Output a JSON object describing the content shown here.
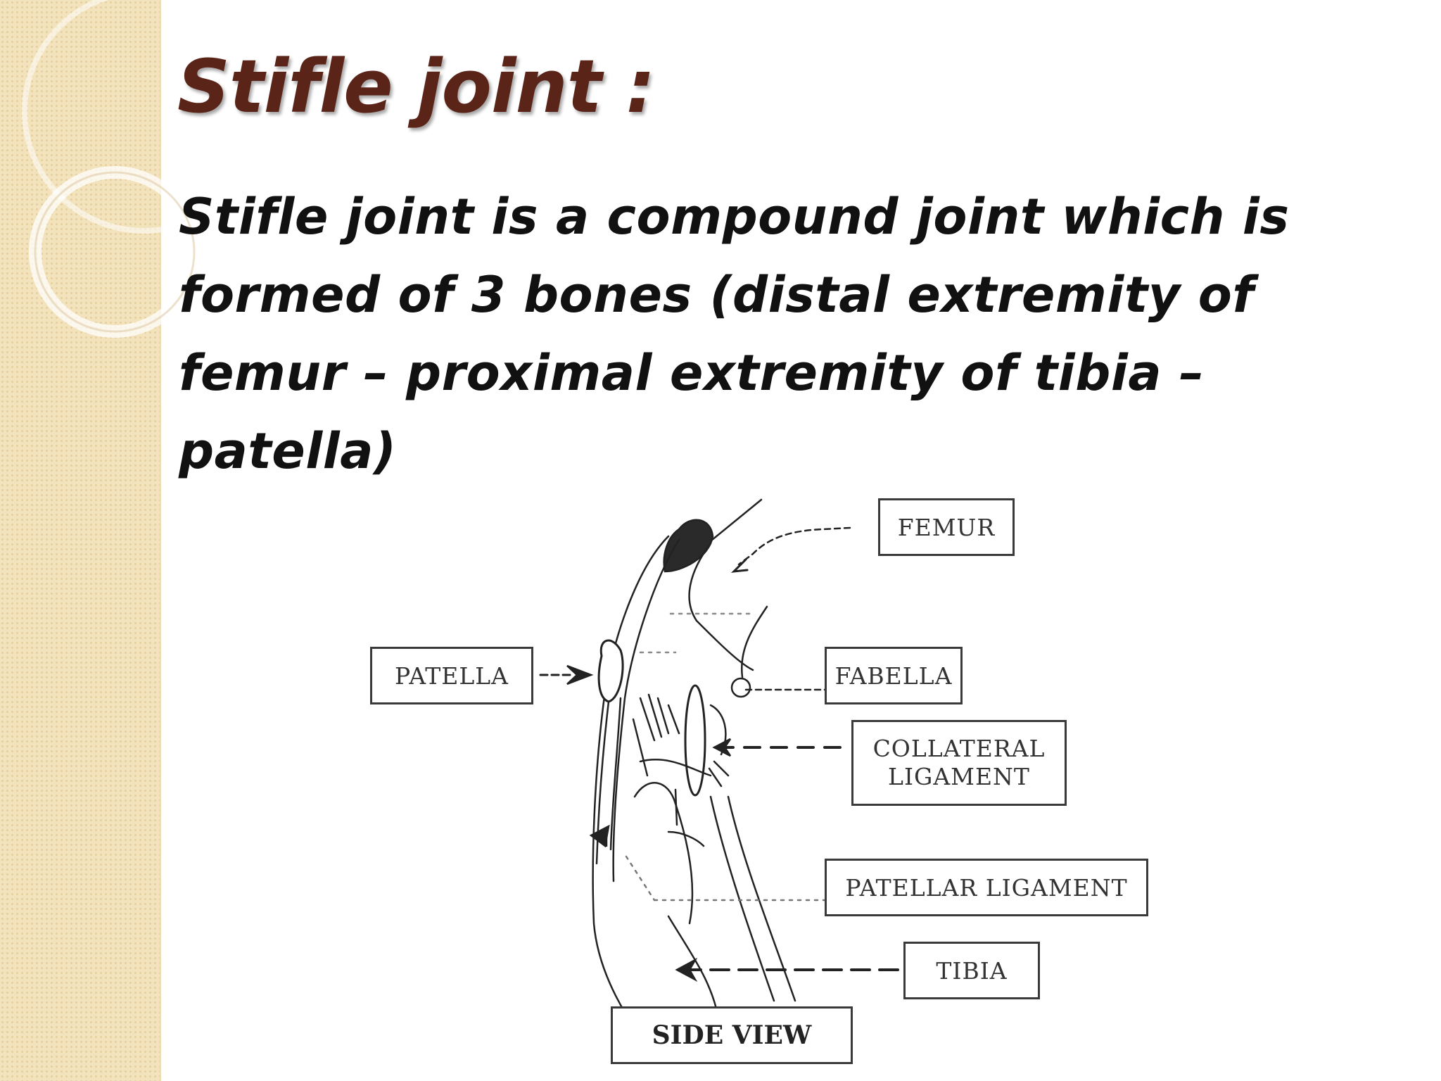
{
  "slide": {
    "title": "Stifle joint :",
    "body": "Stifle joint is a compound joint which is formed of 3 bones (distal extremity of femur – proximal extremity of tibia – patella)"
  },
  "diagram": {
    "labels": {
      "femur": "FEMUR",
      "patella": "PATELLA",
      "fabella": "FABELLA",
      "collateral_line1": "COLLATERAL",
      "collateral_line2": "LIGAMENT",
      "patellar_ligament": "PATELLAR LIGAMENT",
      "tibia": "TIBIA",
      "side_view": "SIDE VIEW"
    }
  },
  "colors": {
    "title": "#5b2418",
    "body_text": "#111111",
    "side_band": "#f3e3bd"
  }
}
